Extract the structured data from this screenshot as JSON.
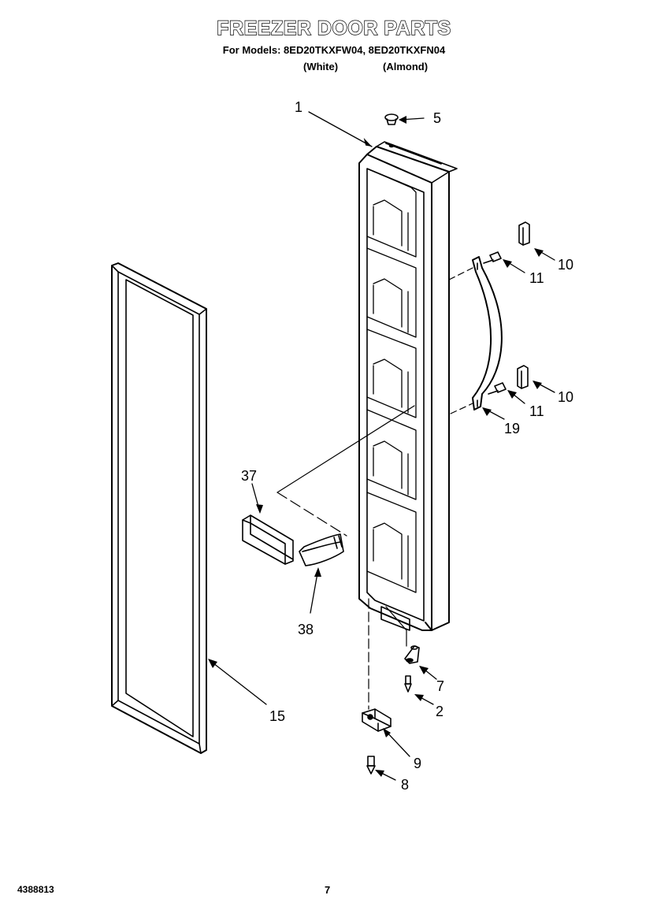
{
  "header": {
    "title": "FREEZER DOOR PARTS",
    "models_line": "For Models: 8ED20TKXFW04, 8ED20TKXFN04",
    "variant_white": "(White)",
    "variant_almond": "(Almond)"
  },
  "footer": {
    "doc_number": "4388813",
    "page_number": "7"
  },
  "callouts": {
    "door": "1",
    "plug": "5",
    "handle_cap_top": "10",
    "handle_screw_top": "11",
    "handle_cap_bottom": "10",
    "handle_screw_bottom": "11",
    "handle": "19",
    "shelf_rail": "37",
    "rail_end_cap": "38",
    "door_gasket": "15",
    "hinge_bushing": "7",
    "hinge_screw": "2",
    "bottom_hinge": "9",
    "bottom_hinge_screw": "8"
  },
  "colors": {
    "ink": "#000000",
    "paper": "#ffffff"
  }
}
